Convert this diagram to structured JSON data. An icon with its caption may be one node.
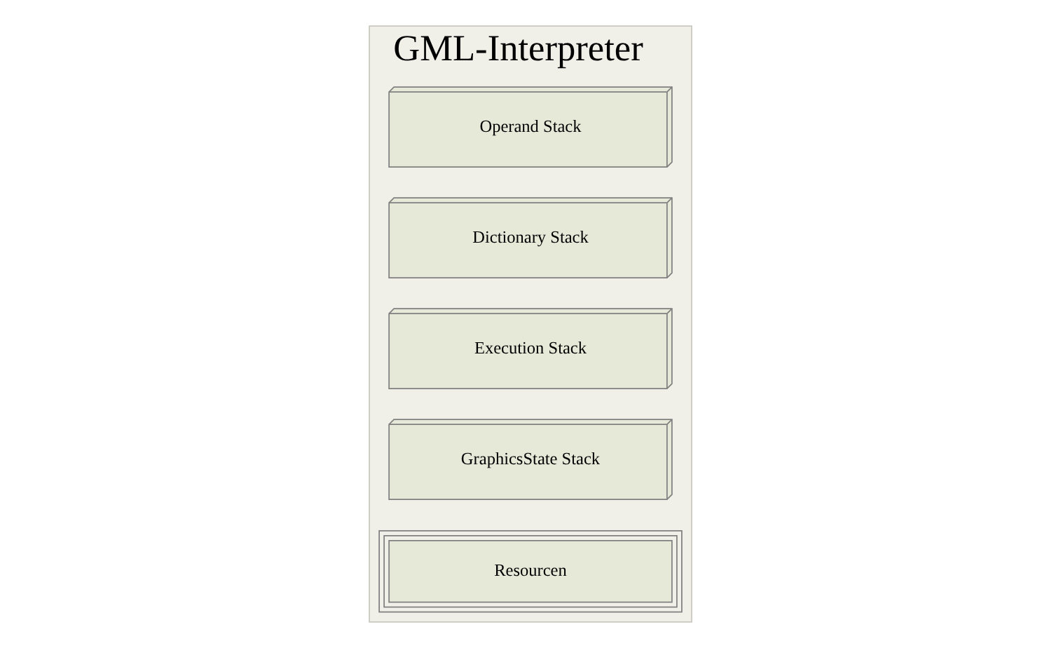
{
  "diagram": {
    "nodes": [
      {
        "text": [
          "GML-Interpreter"
        ]
      },
      {
        "text": [
          "Operand Stack"
        ],
        "in": 0
      },
      {
        "text": [
          "Dictionary Stack"
        ],
        "in": 0
      },
      {
        "text": [
          "Execution Stack"
        ],
        "in": 0
      },
      {
        "text": [
          "GraphicsState Stack"
        ],
        "in": 0
      },
      {
        "text": [
          "Resourcen"
        ],
        "in": 0
      }
    ]
  }
}
